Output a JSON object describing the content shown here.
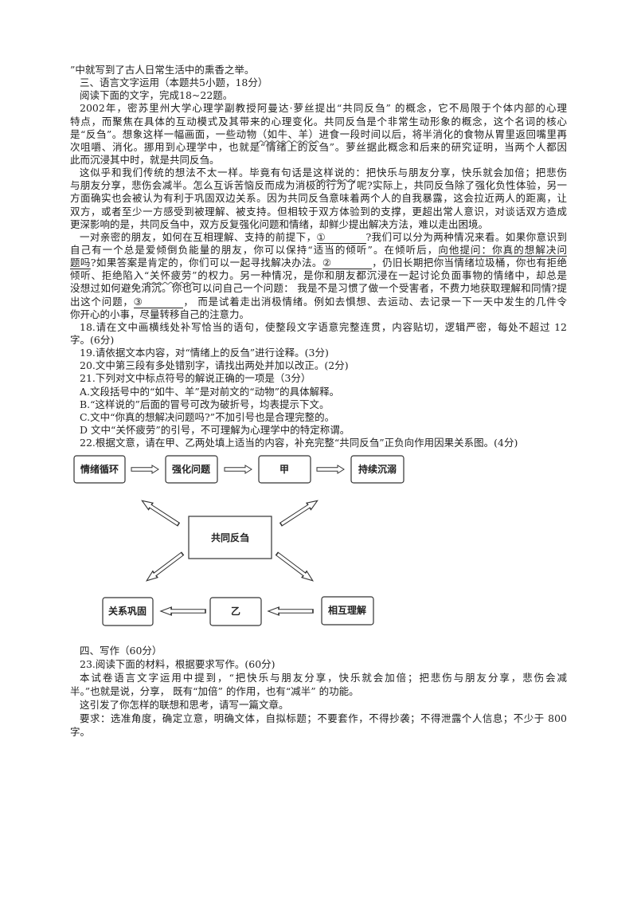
{
  "passage": {
    "lines": [
      {
        "ind": false,
        "full": false,
        "seg": [
          {
            "t": "”中就写到了古人日常生活中的熏香之举。"
          }
        ]
      },
      {
        "ind": true,
        "full": false,
        "seg": [
          {
            "t": "三、语言文字运用（本题共5小题，18分）"
          }
        ]
      },
      {
        "ind": true,
        "full": false,
        "seg": [
          {
            "t": "阅读下面的文字，完成18~22题。"
          }
        ]
      },
      {
        "ind": true,
        "full": true,
        "seg": [
          {
            "t": "2002年，密苏里州大学心理学副教授阿曼达·萝丝提出“共同反刍” 的概念，它不局限于个体内部的心理"
          }
        ]
      },
      {
        "ind": false,
        "full": true,
        "seg": [
          {
            "t": "特点，而聚焦在具体的互动模式及其带来的心理变化。共同反刍是个非常生动形象的概念，这个名词的核心"
          }
        ]
      },
      {
        "ind": false,
        "full": true,
        "seg": [
          {
            "t": "是“反刍”。想象这样一幅画面，一些动物"
          },
          {
            "t": "（如牛、羊）",
            "s": "wavy"
          },
          {
            "t": "进食一段时间以后，将半消化的食物从胃里返回嘴里再"
          }
        ]
      },
      {
        "ind": false,
        "full": true,
        "seg": [
          {
            "t": "次咀嚼、消化。挪用到心理学中，也就是“情绪上的反刍”。萝丝据此概念和后来的研究证明，当两个人都因"
          }
        ]
      },
      {
        "ind": false,
        "full": false,
        "seg": [
          {
            "t": "此而沉浸其中时，就是共同反刍。"
          }
        ]
      },
      {
        "ind": true,
        "full": true,
        "seg": [
          {
            "t": "这似乎和我们传统的想法不太一样。毕竟有句话是"
          },
          {
            "t": "这样说的",
            "s": "wavy"
          },
          {
            "t": "：把快乐与朋友分享，快乐就会加倍；把悲伤"
          }
        ]
      },
      {
        "ind": false,
        "full": true,
        "seg": [
          {
            "t": "与朋友分享，悲伤会减半。怎么互诉苦恼反而成为消极的行为了呢?实际上，共同反刍除了强化负性体验，另一"
          }
        ]
      },
      {
        "ind": false,
        "full": true,
        "seg": [
          {
            "t": "方面确实也会被认为有利于巩固双边关系。因为共同反刍意味着两个人的自我暴露，这会拉近两人的距离，让"
          }
        ]
      },
      {
        "ind": false,
        "full": true,
        "seg": [
          {
            "t": "双方，或者至少一方感受到被理解、被支持。但相较于双方体验到的支撑，更超出常人意识，对谈话双方造成"
          }
        ]
      },
      {
        "ind": false,
        "full": false,
        "seg": [
          {
            "t": "更深影响的是，共同反刍中，双方反复强化问题和情绪，却鲜少提出解决方法，难以走出困境。"
          }
        ]
      },
      {
        "ind": true,
        "full": true,
        "seg": [
          {
            "t": "一对亲密的朋友，如何在互相理解、支持的前提下，"
          },
          {
            "t": "①",
            "s": "blank"
          },
          {
            "t": "?我们可以分为两种情况来看。如果你意识到"
          }
        ]
      },
      {
        "ind": false,
        "full": true,
        "seg": [
          {
            "t": "自己有一个总是爱倾倒负能量的朋友，你可以保持“适当的倾听”。在倾听后，"
          },
          {
            "t": "向他提问：你真的想解决问",
            "s": "ul"
          }
        ]
      },
      {
        "ind": false,
        "full": true,
        "seg": [
          {
            "t": "题吗",
            "s": "ul"
          },
          {
            "t": "?如果答案是肯定的，你们可以一起寻找解决办法。"
          },
          {
            "t": "②",
            "s": "blank"
          },
          {
            "t": "，仍旧长期把你当情绪垃圾桶，你也有拒绝"
          }
        ]
      },
      {
        "ind": false,
        "full": true,
        "seg": [
          {
            "t": "倾听、拒绝陷入"
          },
          {
            "t": "“关怀疲劳”",
            "s": "wavy"
          },
          {
            "t": "的权力。另一种情况，是你和朋友都沉浸在一起讨论负面事物的情绪中，却总是"
          }
        ]
      },
      {
        "ind": false,
        "full": true,
        "seg": [
          {
            "t": "没想过如何避免消沉。你也可以问自己一个问题： 我是不是习惯了做一个受害者，不费力地获取理解和同情?提"
          }
        ]
      },
      {
        "ind": false,
        "full": true,
        "seg": [
          {
            "t": "出这个问题，"
          },
          {
            "t": "③",
            "s": "blank"
          },
          {
            "t": "， 而是试着走出消极情绪。例如去惧想、去运动、去记录一下一天中发生的几件令"
          }
        ]
      },
      {
        "ind": false,
        "full": false,
        "seg": [
          {
            "t": "你开心的小事，尽量转移自己的注意力。"
          }
        ]
      },
      {
        "ind": true,
        "full": true,
        "seg": [
          {
            "t": "18.请在文中画横线处补写恰当的语句，使整段文字语意完整连贯，内容贴切，逻辑严密，每处不超过 12"
          }
        ]
      },
      {
        "ind": false,
        "full": false,
        "seg": [
          {
            "t": "字。(6分)"
          }
        ]
      },
      {
        "ind": true,
        "full": false,
        "seg": [
          {
            "t": "19.请依据文本内容，对“情绪上的反刍”进行诠释。(3分)"
          }
        ]
      },
      {
        "ind": true,
        "full": false,
        "seg": [
          {
            "t": "20.文中第三段有多处错别字，请找出两处并加以改正。(2分)"
          }
        ]
      },
      {
        "ind": true,
        "full": false,
        "seg": [
          {
            "t": "21.下列对文中标点符号的解说正确的一项是（3分）"
          }
        ]
      },
      {
        "ind": true,
        "full": false,
        "seg": [
          {
            "t": "A.文段括号中的“如牛、羊”是对前文的“动物”的具体解释。"
          }
        ]
      },
      {
        "ind": true,
        "full": false,
        "seg": [
          {
            "t": "B.“这样说的”后面的冒号可改为破折号，均表提示下文。"
          }
        ]
      },
      {
        "ind": true,
        "full": false,
        "seg": [
          {
            "t": "C.文中“你真的想解决问题吗?”不加引号也是合理完整的。"
          }
        ]
      },
      {
        "ind": true,
        "full": false,
        "seg": [
          {
            "t": "D 文中“关怀疲劳”的引号，不可理解为心理学中的特定称谓。"
          }
        ]
      },
      {
        "ind": true,
        "full": false,
        "seg": [
          {
            "t": "22.根据文意，请在甲、乙两处填上适当的内容，补充完整“共同反刍”正负向作用因果关系图。(4分)"
          }
        ]
      }
    ]
  },
  "diagram": {
    "top_row": [
      "情绪循环",
      "强化问题",
      "甲",
      "持续沉溺"
    ],
    "center": "共同反刍",
    "bottom_row": [
      "关系巩固",
      "乙",
      "相互理解"
    ]
  },
  "writing": {
    "lines": [
      {
        "ind": true,
        "full": false,
        "seg": [
          {
            "t": "四、写作（60分）"
          }
        ]
      },
      {
        "ind": true,
        "full": false,
        "seg": [
          {
            "t": "23.阅读下面的材料，根据要求写作。(60分)"
          }
        ]
      },
      {
        "ind": true,
        "full": true,
        "seg": [
          {
            "t": "本试卷语言文字运用中提到，“把快乐与朋友分享，快乐就会加倍；把悲伤与朋友分享，悲伤会减"
          }
        ]
      },
      {
        "ind": false,
        "full": false,
        "seg": [
          {
            "t": "半。”也就是说，分享， 既有“加倍” 的作用，也有“减半” 的功能。"
          }
        ]
      },
      {
        "ind": true,
        "full": false,
        "seg": [
          {
            "t": "这引发了你怎样的联想和思考，请写一篇文章。"
          }
        ]
      },
      {
        "ind": true,
        "full": true,
        "seg": [
          {
            "t": "要求：选准角度，确定立意，明确文体，自拟标题；不要套作，不得抄袭；不得泄露个人信息；不少于 800"
          }
        ]
      },
      {
        "ind": false,
        "full": false,
        "seg": [
          {
            "t": "字。"
          }
        ]
      }
    ]
  }
}
